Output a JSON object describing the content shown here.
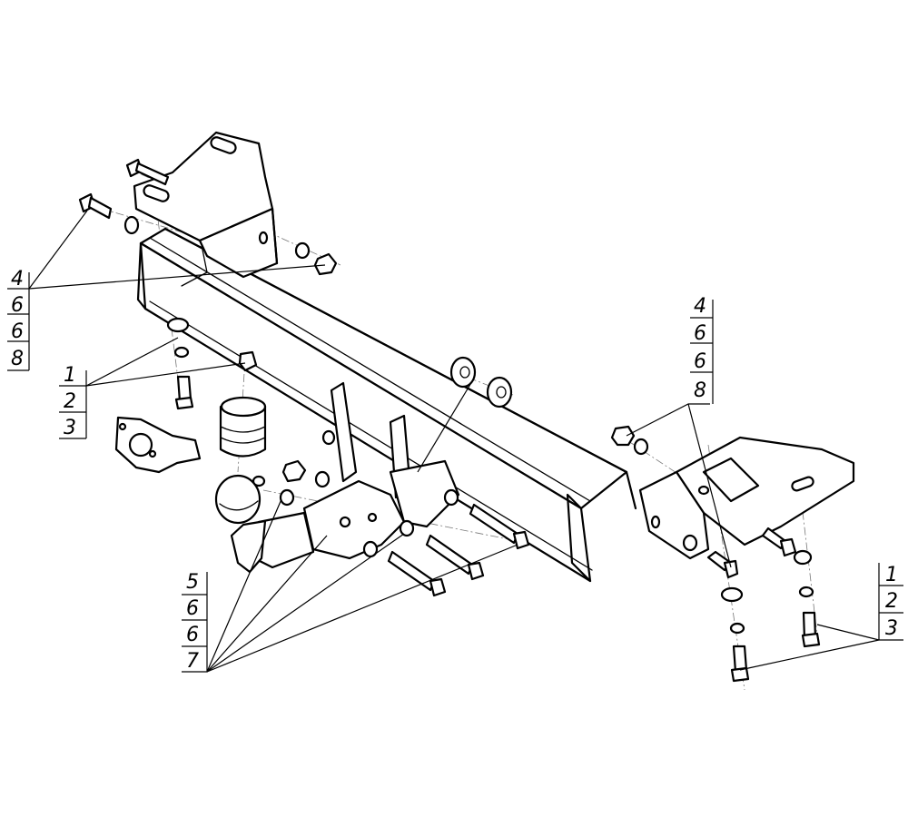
{
  "callouts": {
    "left_top": [
      "4",
      "6",
      "6",
      "8"
    ],
    "left_mid": [
      "1",
      "2",
      "3"
    ],
    "bottom_left": [
      "5",
      "6",
      "6",
      "7"
    ],
    "right_top": [
      "4",
      "6",
      "6",
      "8"
    ],
    "right_bottom": [
      "1",
      "2",
      "3"
    ]
  }
}
